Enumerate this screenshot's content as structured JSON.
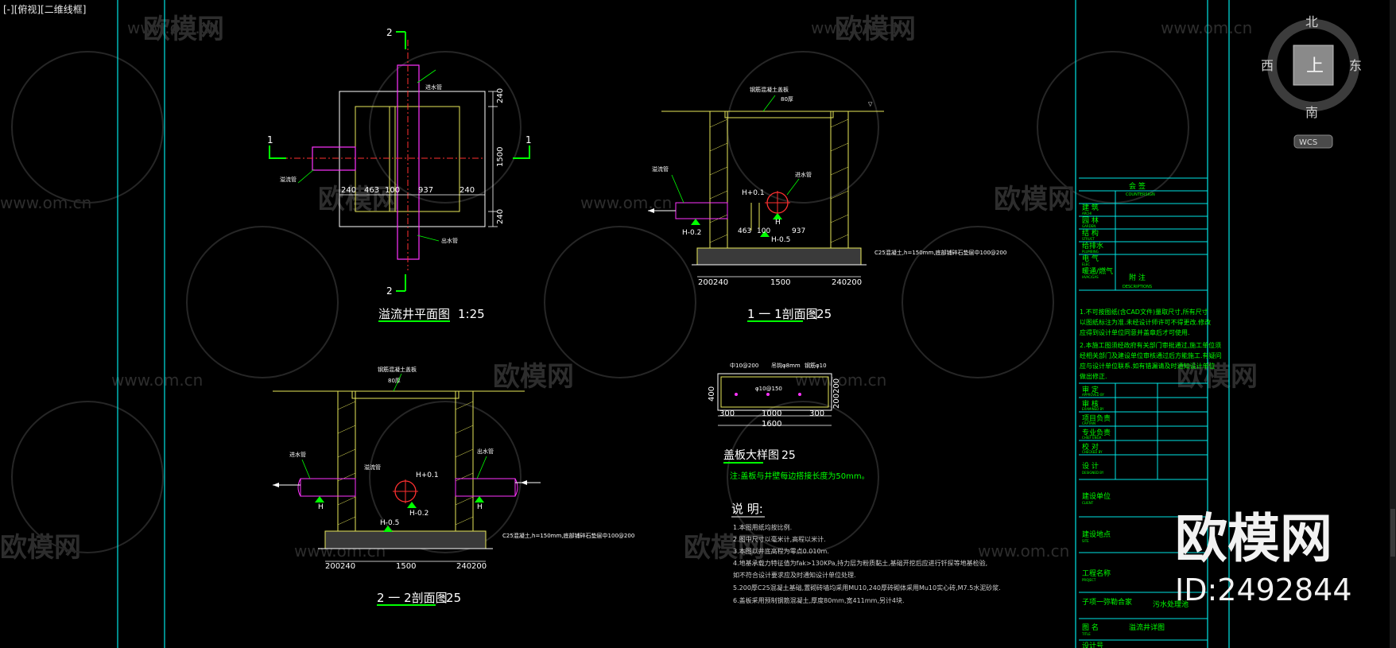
{
  "viewport_label": "[-][俯视][二维线框]",
  "watermark": {
    "site": "www.om.cn",
    "brand": "欧模网",
    "big_brand": "欧模网",
    "id": "ID:2492844"
  },
  "compass": {
    "north": "北",
    "south": "南",
    "east": "东",
    "west": "西",
    "center": "上",
    "wcs": "WCS"
  },
  "colors": {
    "accent_cyan": "#00e5e5",
    "green": "#00ff00",
    "yellow": "#e8e85a",
    "magenta": "#ff33ff",
    "red": "#ff3030",
    "white": "#ffffff"
  },
  "plan": {
    "title": "溢流井平面图",
    "scale": "1:25",
    "section_top": "2",
    "section_bottom": "2",
    "section_left": "1",
    "section_right": "1",
    "dim_top": "240",
    "dim_mid": "1500",
    "dim_bot": "240",
    "dims_h": [
      "240",
      "463",
      "100",
      "937",
      "240"
    ],
    "label_in": "进水管",
    "label_out": "出水管",
    "label_over": "溢流管"
  },
  "s11": {
    "title": "1 一 1剖面图",
    "scale": ":25",
    "cover": "钢筋混凝土盖板",
    "cover_thk": "80厚",
    "label_left": "溢流管",
    "label_right": "进水管",
    "h_plus": "H+0.1",
    "h": "H",
    "h_minus": "H-0.2",
    "h_bottom": "H-0.5",
    "dims_in": [
      "463",
      "100",
      "937"
    ],
    "dims_bottom": [
      "200",
      "240",
      "1500",
      "240",
      "200"
    ],
    "base": "C25混凝土,h=150mm,底部铺碎石垫层中100@200"
  },
  "s22": {
    "title": "2 一 2剖面图",
    "scale": ":25",
    "cover": "钢筋混凝土盖板",
    "cover_thk": "80厚",
    "label_in": "进水管",
    "label_out": "出水管",
    "label_mid": "溢流管",
    "h_plus": "H+0.1",
    "h_left": "H",
    "h_right": "H",
    "h_minus": "H-0.2",
    "h_bottom": "H-0.5",
    "dims_bottom": [
      "200",
      "240",
      "1500",
      "240",
      "200"
    ],
    "base": "C25混凝土,h=150mm,底部铺碎石垫层中100@200"
  },
  "cover_detail": {
    "title": "盖板大样图",
    "scale": "25",
    "top_labels": [
      "中10@200",
      "吊钩φ8mm",
      "钢筋φ10"
    ],
    "mid_label": "φ10@150",
    "dims": [
      "300",
      "1000",
      "300"
    ],
    "total": "1600",
    "height": "400",
    "side": "200200",
    "note": "注:盖板与井壁每边搭接长度为50mm。"
  },
  "notes": {
    "title": "说 明:",
    "lines": [
      "1.本图用纸均按比例.",
      "2.图中尺寸以毫米计,高程以米计.",
      "3.本图以井底高程为零点0.010m.",
      "4.地基承载力特征值为fak>130KPa,持力层为粉质黏土,基础开挖后应进行钎探等地基检验,",
      "  如不符合设计要求应及时通知设计单位处理.",
      "5.200厚C25混凝土基础,置砌砖墙均采用MU10,240厚砖砌体采用Mu10实心砖,M7.5水泥砂浆.",
      "6.盖板采用预制钢筋混凝土,厚度80mm,宽411mm,另计4块."
    ]
  },
  "titleblock": {
    "countersign": "会 签",
    "countersign_en": "COUNTERSIGN",
    "rows": [
      {
        "cn": "建 筑",
        "en": "ARCHI"
      },
      {
        "cn": "园 林",
        "en": "GARDEN"
      },
      {
        "cn": "结 构",
        "en": "STRUCT"
      },
      {
        "cn": "给排水",
        "en": "PLUMBING"
      },
      {
        "cn": "电 气",
        "en": "ELEC"
      },
      {
        "cn": "暖通/燃气",
        "en": "HVAC/GAS"
      }
    ],
    "desc_title": "附 注",
    "desc_en": "DESCRIPTIONS",
    "desc_lines": [
      "1.不可按图纸(含CAD文件)量取尺寸,所有尺寸",
      "以图纸标注为准.未经设计师许可不得更改.修改",
      "应得到设计单位同意并盖章后才可使用.",
      "2.本施工图须经政府有关部门审批通过,施工单位须",
      "经相关部门及建设单位审核通过后方能施工.有疑问",
      "应与设计单位联系.如有错漏请及时通知设计单位",
      "做出修正."
    ],
    "sign_rows": [
      {
        "cn": "审 定",
        "en": "APPROVED BY"
      },
      {
        "cn": "审 核",
        "en": "EXAMINED BY"
      },
      {
        "cn": "项目负责",
        "en": "CAPTAIN"
      },
      {
        "cn": "专业负责",
        "en": "CHIEF ENGR"
      },
      {
        "cn": "校 对",
        "en": "CHECKED BY"
      },
      {
        "cn": "设 计",
        "en": "DESIGNED BY"
      }
    ],
    "client": "建设单位",
    "client_en": "CLIENT",
    "site": "建设地点",
    "site_en": "SITE",
    "project": "工程名称",
    "project_en": "PROJECT",
    "subitem": "子项一弥勒合家",
    "subitem_val": "污水处理池",
    "drawing": "图 名",
    "drawing_en": "TITLE",
    "drawing_val": "溢流井详图",
    "drawing_no": "设计号"
  }
}
